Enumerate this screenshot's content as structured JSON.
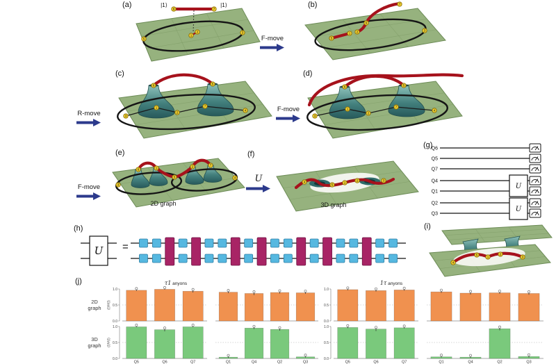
{
  "figure": {
    "panel_labels": {
      "a": "(a)",
      "b": "(b)",
      "c": "(c)",
      "d": "(d)",
      "e": "(e)",
      "f": "(f)",
      "g": "(g)",
      "h": "(h)",
      "i": "(i)",
      "j": "(j)"
    },
    "moves": {
      "f1": "F-move",
      "r1": "R-move",
      "f2": "F-move",
      "f3": "F-move",
      "u": "U"
    },
    "captions": {
      "graph_2d": "2D graph",
      "graph_3d": "3D graph"
    },
    "kets": {
      "left": "|1⟩",
      "right": "|1⟩"
    },
    "circuit": {
      "qubits": [
        "Q6",
        "Q5",
        "Q7",
        "Q4",
        "Q1",
        "Q2",
        "Q3"
      ],
      "u_gate_label": "U"
    },
    "u_decomposition": {
      "u_label": "U",
      "equals": "=",
      "pattern": [
        "1q",
        "1q",
        "2q",
        "1q",
        "2q",
        "1q",
        "1q",
        "2q",
        "1q",
        "2q",
        "1q",
        "1q",
        "2q",
        "1q",
        "2q",
        "1q",
        "1q",
        "2q",
        "1q",
        "1q"
      ]
    },
    "nodes": {
      "a": [
        "6",
        "7",
        "1",
        "2",
        "5",
        "3"
      ],
      "b": [
        "7",
        "6",
        "2",
        "1",
        "5",
        "3"
      ],
      "c": [
        "6",
        "5",
        "1",
        "2",
        "7",
        "3",
        "4"
      ],
      "d": [
        "6",
        "5",
        "1",
        "2",
        "7",
        "3",
        "4"
      ],
      "e": [
        "6",
        "1",
        "5",
        "2",
        "7",
        "3",
        "4"
      ],
      "f": [
        "4",
        "5",
        "1",
        "2",
        "3"
      ],
      "i": [
        "4",
        "5",
        "1",
        "2",
        "3"
      ]
    },
    "colors": {
      "plane_green": "#96b27e",
      "grid_green": "#7d9a65",
      "tube_teal": "#3c7a78",
      "rope_red": "#a6121c",
      "node_yellow": "#f2d12e",
      "arrow_blue": "#2c3a8c",
      "gate_blue": "#56b8e0",
      "gate_blue_stroke": "#2d7fa6",
      "gate_magenta": "#a82465",
      "gate_magenta_stroke": "#6e1242"
    }
  },
  "chart_data": {
    "type": "bar",
    "titles": [
      "τ1 anyons",
      "1τ anyons"
    ],
    "row_labels": [
      "2D graph",
      "3D graph"
    ],
    "ylabel": "(I)Ψ(I)",
    "ylim": [
      0,
      1
    ],
    "yticks": [
      1.0,
      0.5,
      0.0
    ],
    "bar_colors": [
      "#f0914f",
      "#7ac97c"
    ],
    "panels": [
      {
        "group": 0,
        "row": 0,
        "sub": 0,
        "categories": [
          "Q5",
          "Q6",
          "Q7"
        ],
        "values": [
          0.96,
          0.99,
          0.93
        ],
        "errors": [
          0.02,
          0.01,
          0.04
        ]
      },
      {
        "group": 0,
        "row": 0,
        "sub": 1,
        "categories": [
          "Q1",
          "Q4",
          "Q2",
          "Q3"
        ],
        "values": [
          0.9,
          0.86,
          0.89,
          0.88
        ],
        "errors": [
          0.03,
          0.05,
          0.03,
          0.03
        ]
      },
      {
        "group": 0,
        "row": 1,
        "sub": 0,
        "categories": [
          "Q5",
          "Q6",
          "Q7"
        ],
        "values": [
          0.99,
          0.9,
          0.99
        ],
        "errors": [
          0.01,
          0.05,
          0.01
        ]
      },
      {
        "group": 0,
        "row": 1,
        "sub": 1,
        "categories": [
          "Q1",
          "Q4",
          "Q2",
          "Q3"
        ],
        "values": [
          0.04,
          0.95,
          0.91,
          0.05
        ],
        "errors": [
          0.02,
          0.03,
          0.04,
          0.02
        ]
      },
      {
        "group": 1,
        "row": 0,
        "sub": 0,
        "categories": [
          "Q5",
          "Q6",
          "Q7"
        ],
        "values": [
          0.98,
          0.95,
          0.97
        ],
        "errors": [
          0.02,
          0.03,
          0.02
        ]
      },
      {
        "group": 1,
        "row": 0,
        "sub": 1,
        "categories": [
          "Q1",
          "Q4",
          "Q2",
          "Q3"
        ],
        "values": [
          0.91,
          0.87,
          0.88,
          0.86
        ],
        "errors": [
          0.03,
          0.04,
          0.03,
          0.04
        ]
      },
      {
        "group": 1,
        "row": 1,
        "sub": 0,
        "categories": [
          "Q5",
          "Q6",
          "Q7"
        ],
        "values": [
          0.97,
          0.92,
          0.96
        ],
        "errors": [
          0.02,
          0.06,
          0.02
        ]
      },
      {
        "group": 1,
        "row": 1,
        "sub": 1,
        "categories": [
          "Q1",
          "Q4",
          "Q2",
          "Q3"
        ],
        "values": [
          0.05,
          0.04,
          0.93,
          0.06
        ],
        "errors": [
          0.02,
          0.02,
          0.05,
          0.03
        ]
      }
    ]
  }
}
